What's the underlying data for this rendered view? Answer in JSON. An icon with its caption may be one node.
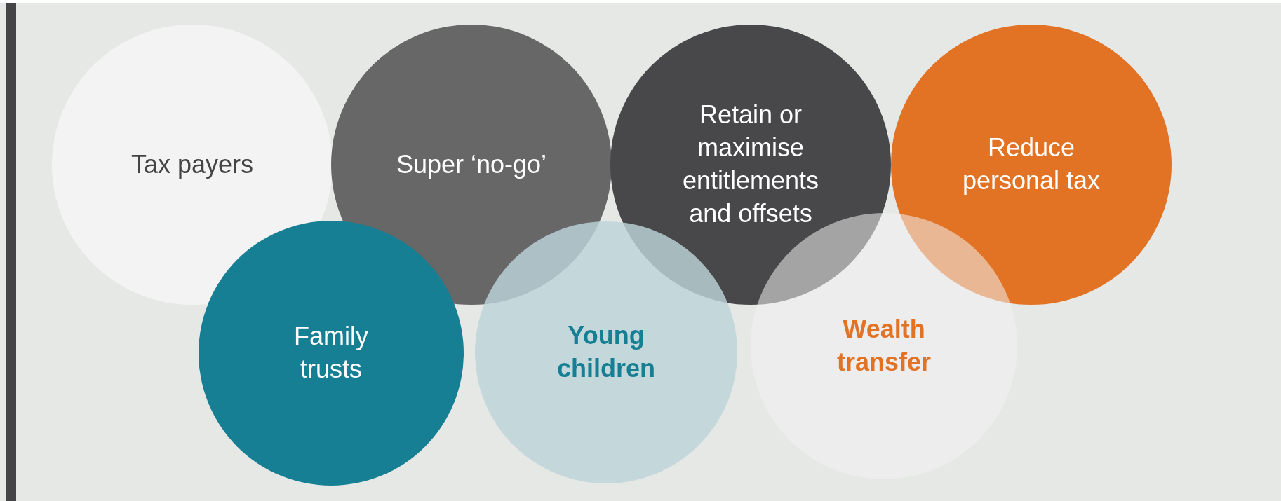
{
  "diagram": {
    "nodes": [
      {
        "text": [
          "Tax payers"
        ]
      },
      {
        "text": [
          "Super ‘no-go’"
        ]
      },
      {
        "text": [
          "Retain or maximise entitlements and offsets"
        ]
      },
      {
        "text": [
          "Reduce personal tax"
        ]
      },
      {
        "text": [
          "Family trusts"
        ]
      },
      {
        "text": [
          "Young children"
        ]
      },
      {
        "text": [
          "Wealth transfer"
        ]
      }
    ]
  }
}
